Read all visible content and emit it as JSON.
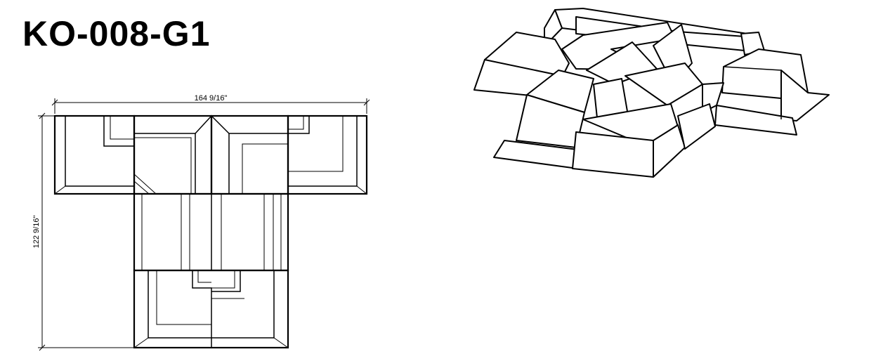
{
  "drawing": {
    "model_code": "KO-008-G1",
    "width_dimension": "164 9/16\"",
    "depth_dimension": "122 9/16\""
  },
  "colors": {
    "line": "#000000",
    "background": "#ffffff"
  }
}
